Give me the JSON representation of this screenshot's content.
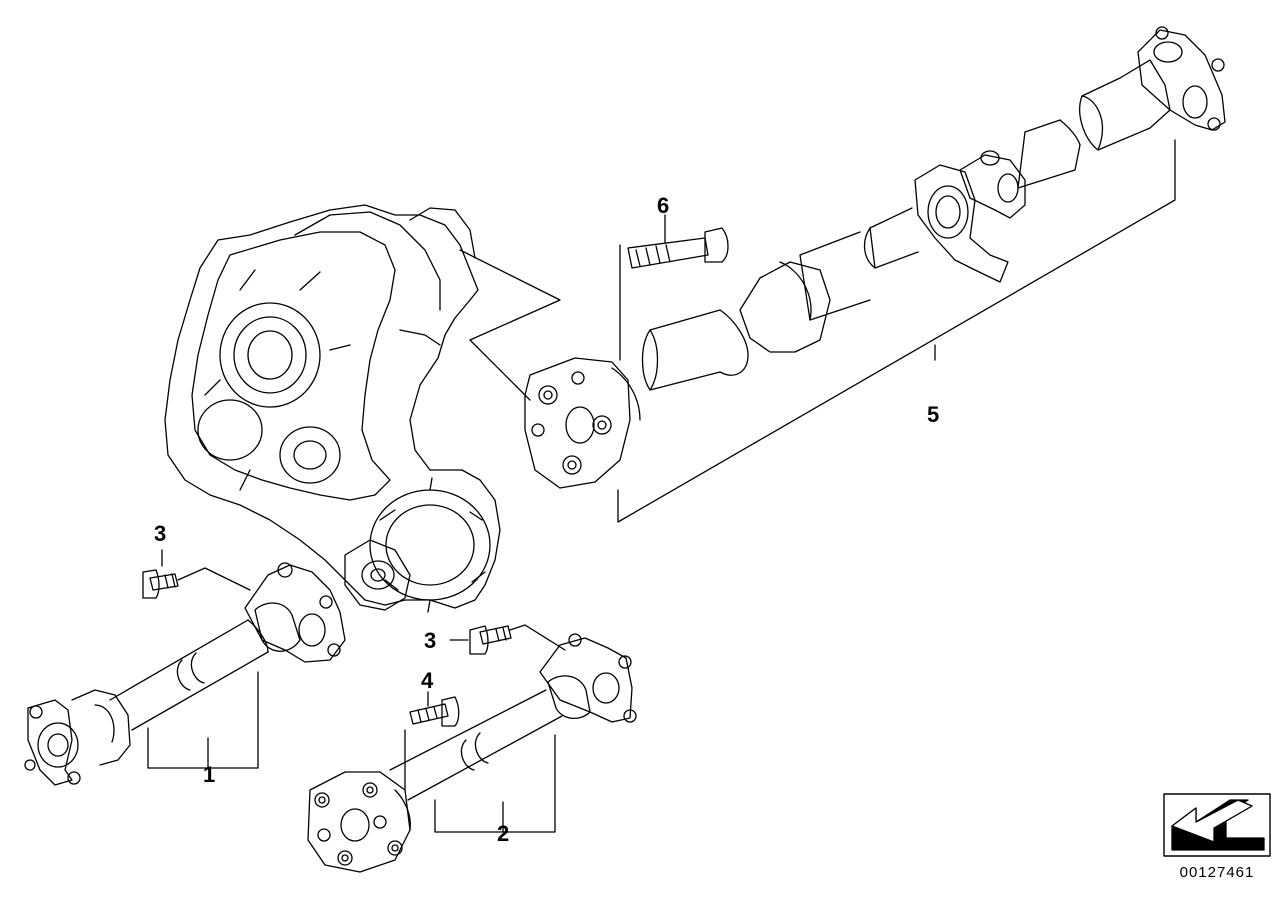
{
  "callouts": {
    "part_1": "1",
    "part_2": "2",
    "part_3_upper": "3",
    "part_3_lower": "3",
    "part_4": "4",
    "part_5": "5",
    "part_6": "6"
  },
  "document_number": "00127461",
  "colors": {
    "line": "#000000",
    "background": "#ffffff",
    "arrow_fill": "#ffffff"
  },
  "icons": [
    "transfer-case",
    "propeller-shaft",
    "flex-disc",
    "bolt",
    "center-bearing",
    "next-page-arrow-icon"
  ]
}
